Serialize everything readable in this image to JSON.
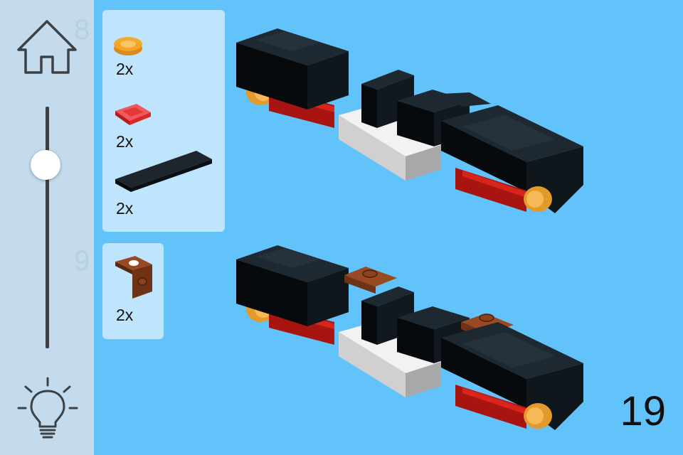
{
  "sidebar": {
    "ghost_step_above": "8",
    "ghost_step_below": "9",
    "slider_position": 0.24
  },
  "parts_panel_1": {
    "items": [
      {
        "name": "transparent orange round tile 1x1",
        "color": "#f5a623",
        "quantity": "2x"
      },
      {
        "name": "transparent red tile 1x1",
        "color": "#e8232f",
        "quantity": "2x"
      },
      {
        "name": "black tile 1x4",
        "color": "#0d1318",
        "quantity": "2x"
      }
    ]
  },
  "parts_panel_2": {
    "items": [
      {
        "name": "reddish brown bracket 1x1",
        "color": "#7a3a1a",
        "quantity": "2x"
      }
    ]
  },
  "canvas": {
    "background": "#62c3fb",
    "step_number": "19"
  },
  "colors": {
    "sidebar_bg": "#c3dbec",
    "panel_bg": "#bfe5fd",
    "brick_black": "#0d1318",
    "brick_white": "#e6e6e6",
    "brick_red": "#c9201c",
    "brick_orange": "#f3a33a",
    "brick_brown": "#7a3a1a"
  }
}
